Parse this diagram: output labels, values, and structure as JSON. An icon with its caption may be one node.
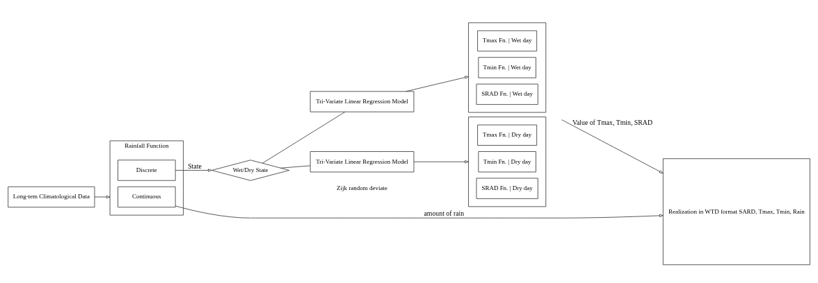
{
  "diagram": {
    "nodes": [
      {
        "text": [
          "Long-tem Climatological Data"
        ]
      },
      {
        "text": [
          "Rainfall Function"
        ]
      },
      {
        "text": [
          "Discrete"
        ],
        "in": 1
      },
      {
        "text": [
          "Continuous"
        ],
        "in": 1
      },
      {
        "text": [
          "Wet/Dry State"
        ]
      },
      {
        "text": [
          "Tri-Variate Linear Regression Model"
        ]
      },
      {
        "text": [
          "Tri-Variate Linear Regression Model"
        ]
      },
      {
        "text": [],
        "shape": "box"
      },
      {
        "text": [
          "Tmax Fn. | Wet day"
        ],
        "in": 7
      },
      {
        "text": [
          "Tmin Fn. | Wet day"
        ],
        "in": 7
      },
      {
        "text": [
          "SRAD Fn. | Wet day"
        ],
        "in": 7
      },
      {
        "text": [],
        "shape": "box"
      },
      {
        "text": [
          "Tmax Fn. | Dry day"
        ],
        "in": 11
      },
      {
        "text": [
          "Tmin Fn. | Dry day"
        ],
        "in": 11
      },
      {
        "text": [
          "SRAD Fn. | Dry day"
        ],
        "in": 11
      },
      {
        "text": [
          "Realization in WTD format SARD, Tmax, Tmin, Rain"
        ]
      }
    ],
    "edges": [
      {
        "from": 0,
        "to": 1,
        "arrow": "to"
      },
      {
        "from": 2,
        "to": 4,
        "arrow": "to",
        "label": "State"
      },
      {
        "from": 4,
        "to": 5,
        "arrow": "none"
      },
      {
        "from": 4,
        "to": 6,
        "arrow": "none"
      },
      {
        "from": 5,
        "to": 7,
        "arrow": "to"
      },
      {
        "from": 6,
        "to": 11,
        "arrow": "to"
      },
      {
        "from": null,
        "to": 15,
        "arrow": "to",
        "label": "Value of Tmax, Tmin, SRAD"
      },
      {
        "from": 3,
        "to": 15,
        "arrow": "to",
        "label": "amount of rain"
      }
    ],
    "labels": [
      "Zijk random deviate"
    ]
  }
}
